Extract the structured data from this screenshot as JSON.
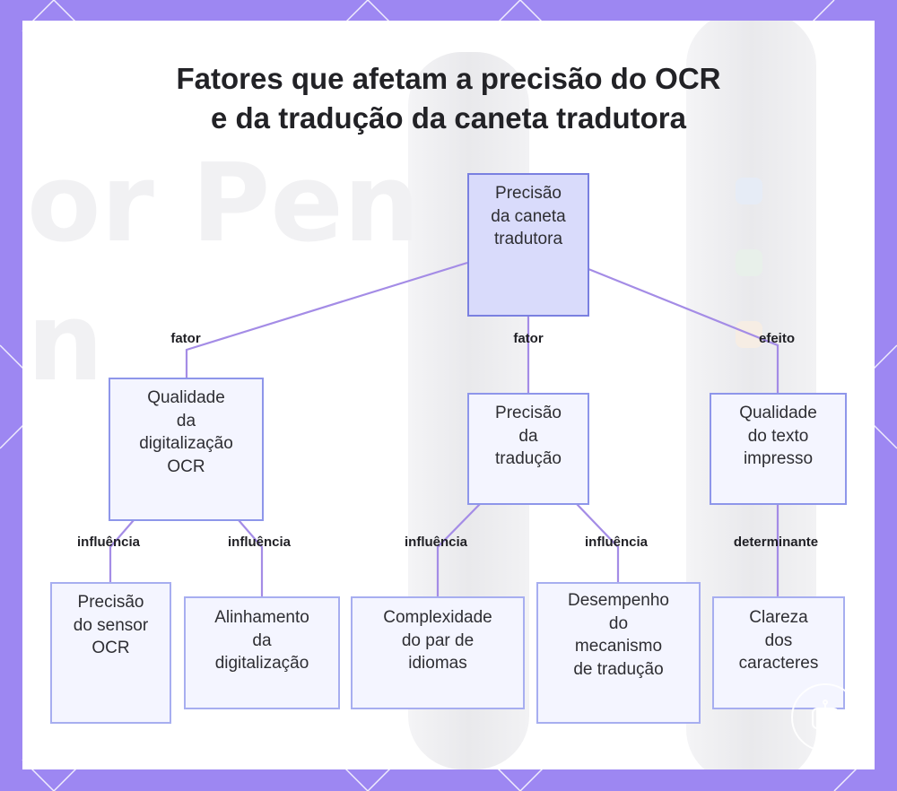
{
  "title": {
    "line1": "Fatores que afetam a precisão do OCR",
    "line2": "e da tradução da caneta tradutora"
  },
  "background": {
    "ghost_word": "or Pen",
    "ghost_letter": "n"
  },
  "colors": {
    "frame": "#9d87f2",
    "panel": "#ffffff",
    "edge": "#a48ce6",
    "node_fill": "#f4f5ff",
    "node_border": "#a7aef0",
    "root_fill": "#d9dbfb",
    "root_border": "#7a80e0"
  },
  "nodes": {
    "root": {
      "lines": [
        "Precisão",
        "da caneta",
        "tradutora"
      ]
    },
    "ocr_quality": {
      "lines": [
        "Qualidade",
        "da",
        "digitalização",
        "OCR"
      ]
    },
    "translation_accuracy": {
      "lines": [
        "Precisão",
        "da",
        "tradução"
      ]
    },
    "print_quality": {
      "lines": [
        "Qualidade",
        "do texto",
        "impresso"
      ]
    },
    "sensor_accuracy": {
      "lines": [
        "Precisão",
        "do sensor",
        "OCR"
      ]
    },
    "scan_alignment": {
      "lines": [
        "Alinhamento",
        "da",
        "digitalização"
      ]
    },
    "language_pair": {
      "lines": [
        "Complexidade",
        "do par de",
        "idiomas"
      ]
    },
    "engine_performance": {
      "lines": [
        "Desempenho",
        "do",
        "mecanismo",
        "de tradução"
      ]
    },
    "char_clarity": {
      "lines": [
        "Clareza",
        "dos",
        "caracteres"
      ]
    }
  },
  "edges": {
    "root_ocr": "fator",
    "root_translation": "fator",
    "root_print": "efeito",
    "ocr_sensor": "influência",
    "ocr_alignment": "influência",
    "translation_pair": "influência",
    "translation_engine": "influência",
    "print_clarity": "determinante"
  },
  "watermark_icon": "robot-logo-icon"
}
